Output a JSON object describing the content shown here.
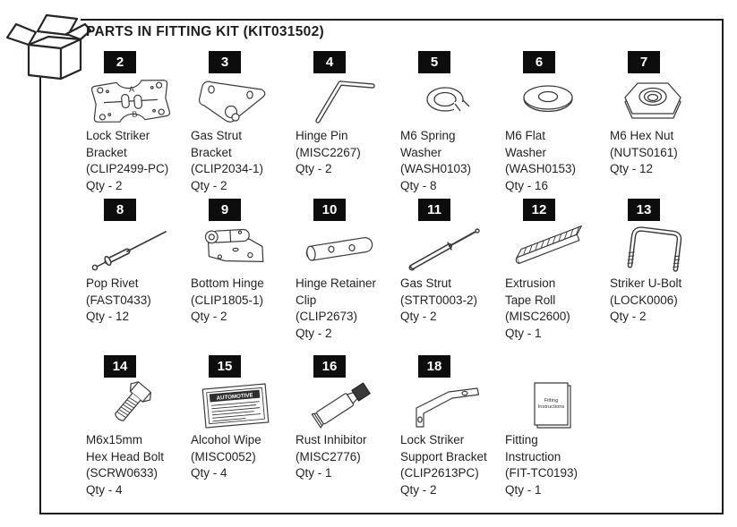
{
  "header": {
    "title": "PARTS IN FITTING KIT (KIT031502)"
  },
  "parts": [
    {
      "number": "2",
      "name": "Lock Striker Bracket",
      "name_lines": [
        "Lock Striker",
        "Bracket"
      ],
      "code": "(CLIP2499-PC)",
      "qty": "Qty - 2",
      "slot_labels": [
        "A",
        "B"
      ]
    },
    {
      "number": "3",
      "name": "Gas Strut Bracket",
      "name_lines": [
        "Gas Strut",
        "Bracket"
      ],
      "code": "(CLIP2034-1)",
      "qty": "Qty - 2"
    },
    {
      "number": "4",
      "name": "Hinge Pin",
      "name_lines": [
        "Hinge Pin"
      ],
      "code": "(MISC2267)",
      "qty": "Qty - 2"
    },
    {
      "number": "5",
      "name": "M6 Spring Washer",
      "name_lines": [
        "M6 Spring",
        "Washer"
      ],
      "code": "(WASH0103)",
      "qty": "Qty - 8"
    },
    {
      "number": "6",
      "name": "M6 Flat Washer",
      "name_lines": [
        "M6 Flat",
        "Washer"
      ],
      "code": "(WASH0153)",
      "qty": "Qty - 16"
    },
    {
      "number": "7",
      "name": "M6 Hex Nut",
      "name_lines": [
        "M6 Hex Nut"
      ],
      "code": "(NUTS0161)",
      "qty": "Qty - 12"
    },
    {
      "number": "8",
      "name": "Pop Rivet",
      "name_lines": [
        "Pop Rivet"
      ],
      "code": "(FAST0433)",
      "qty": "Qty - 12"
    },
    {
      "number": "9",
      "name": "Bottom Hinge",
      "name_lines": [
        "Bottom Hinge"
      ],
      "code": "(CLIP1805-1)",
      "qty": "Qty - 2"
    },
    {
      "number": "10",
      "name": "Hinge Retainer Clip",
      "name_lines": [
        "Hinge Retainer",
        "Clip"
      ],
      "code": "(CLIP2673)",
      "qty": "Qty - 2"
    },
    {
      "number": "11",
      "name": "Gas Strut",
      "name_lines": [
        "Gas Strut"
      ],
      "code": "(STRT0003-2)",
      "qty": "Qty - 2"
    },
    {
      "number": "12",
      "name": "Extrusion Tape Roll",
      "name_lines": [
        "Extrusion",
        "Tape Roll"
      ],
      "code": "(MISC2600)",
      "qty": "Qty - 1"
    },
    {
      "number": "13",
      "name": "Striker U-Bolt",
      "name_lines": [
        "Striker U-Bolt"
      ],
      "code": "(LOCK0006)",
      "qty": "Qty - 2"
    },
    {
      "number": "14",
      "name": "M6x15mm Hex Head Bolt",
      "name_lines": [
        "M6x15mm",
        "Hex Head Bolt"
      ],
      "code": "(SCRW0633)",
      "qty": "Qty - 4"
    },
    {
      "number": "15",
      "name": "Alcohol Wipe",
      "name_lines": [
        "Alcohol Wipe"
      ],
      "code": "(MISC0052)",
      "qty": "Qty - 4",
      "packet_title": "AUTOMOTIVE"
    },
    {
      "number": "16",
      "name": "Rust Inhibitor",
      "name_lines": [
        "Rust Inhibitor"
      ],
      "code": "(MISC2776)",
      "qty": "Qty - 1"
    },
    {
      "number": "18",
      "name": "Lock Striker Support Bracket",
      "name_lines": [
        "Lock Striker",
        "Support Bracket"
      ],
      "code": "(CLIP2613PC)",
      "qty": "Qty - 2"
    },
    {
      "number": "",
      "name": "Fitting Instruction",
      "name_lines": [
        "Fitting",
        "Instruction"
      ],
      "code": "(FIT-TC0193)",
      "qty": "Qty - 1",
      "booklet_lines": [
        "Fitting",
        "Instructions"
      ]
    }
  ],
  "colors": {
    "ink": "#1e1e1e",
    "badge_bg": "#0d0d0d",
    "badge_text": "#ffffff"
  }
}
